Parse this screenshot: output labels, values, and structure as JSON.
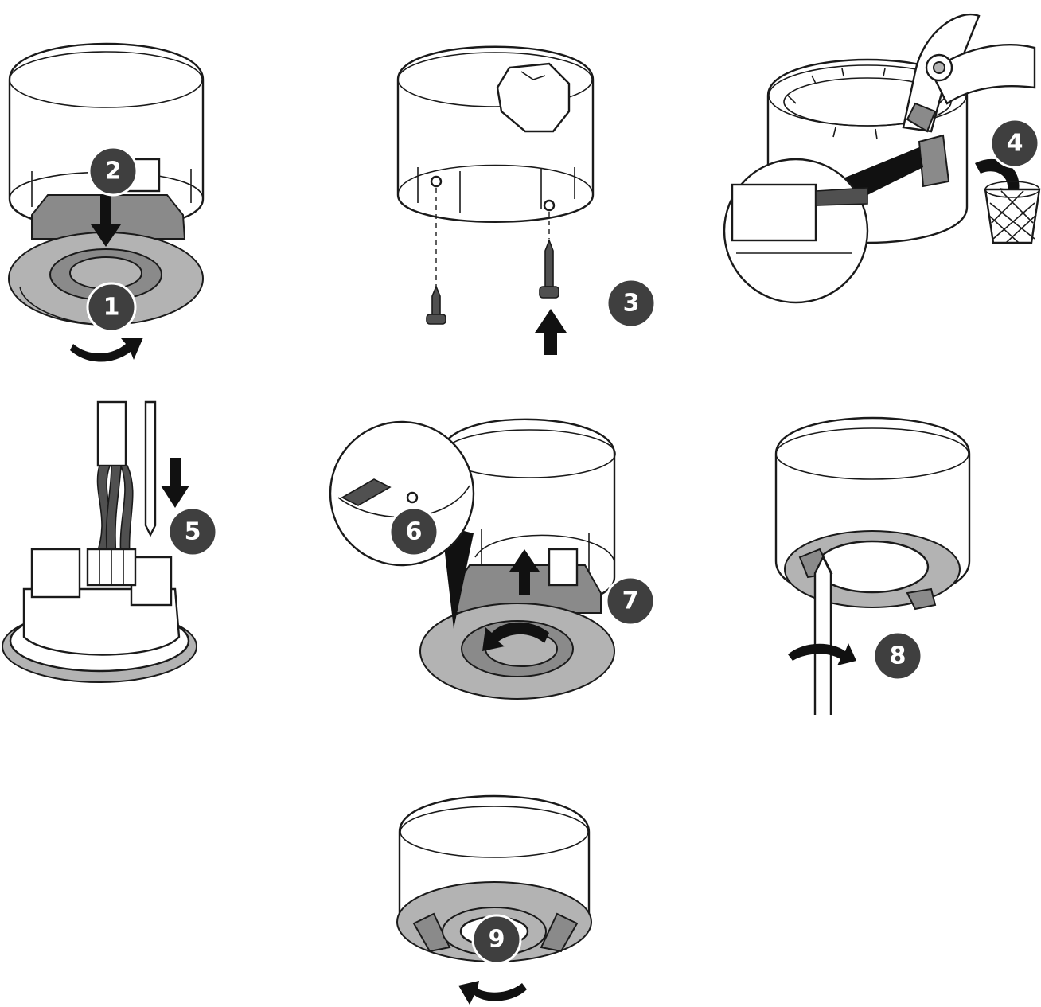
{
  "steps": [
    {
      "label": "1"
    },
    {
      "label": "2"
    },
    {
      "label": "3"
    },
    {
      "label": "4"
    },
    {
      "label": "5"
    },
    {
      "label": "6"
    },
    {
      "label": "7"
    },
    {
      "label": "8"
    },
    {
      "label": "9"
    }
  ],
  "colors": {
    "badge": "#3f3f3f",
    "part_gray": "#8a8a8a",
    "line": "#1a1a1a"
  },
  "icons": [
    "rotate-arrow-icon",
    "down-arrow-icon",
    "up-arrow-icon",
    "screw-icon",
    "pliers-icon",
    "waste-bin-icon",
    "screwdriver-icon"
  ]
}
